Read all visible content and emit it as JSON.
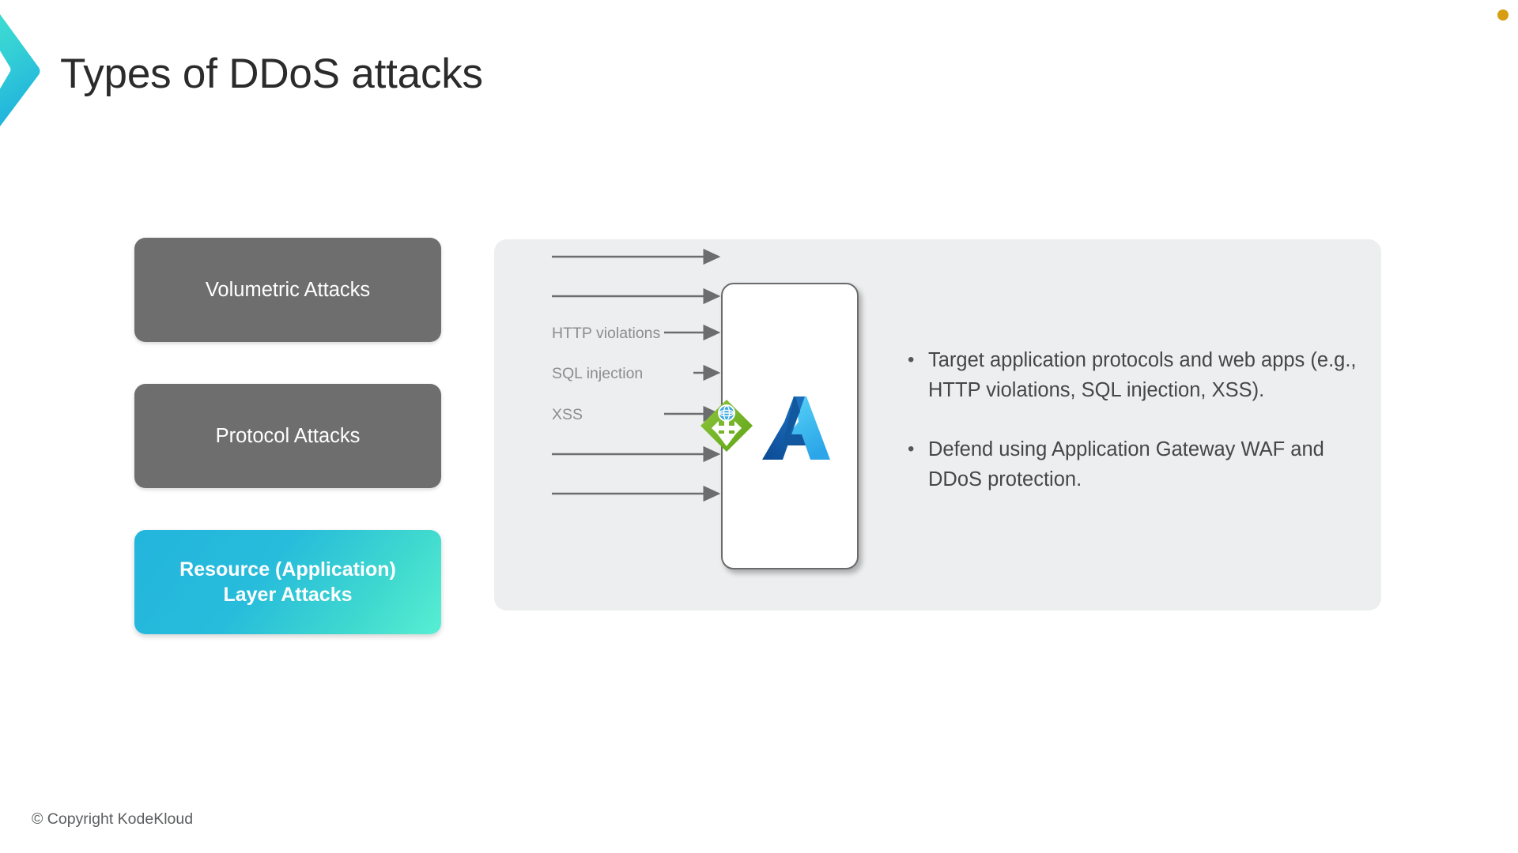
{
  "slide": {
    "title": "Types of DDoS attacks",
    "footer": "© Copyright KodeKloud",
    "brand_mark": "chevron-logo",
    "colors": {
      "title_text": "#2b2b2b",
      "panel_background": "#eceeef",
      "inactive_button": "#6e6e6e",
      "active_gradient_from": "#23b5dd",
      "active_gradient_to": "#57efd2",
      "label_text": "#8b8d8f",
      "body_text": "#444648",
      "gateway_green": "#7fba26",
      "azure_blue": "#0f5fa8",
      "azure_light_blue": "#44c7f4",
      "corner_dot": "#d79e12"
    }
  },
  "categories": [
    {
      "label": "Volumetric Attacks",
      "state": "inactive"
    },
    {
      "label": "Protocol Attacks",
      "state": "inactive"
    },
    {
      "label": "Resource (Application) Layer Attacks",
      "line1": "Resource (Application)",
      "line2": "Layer Attacks",
      "state": "active"
    }
  ],
  "diagram": {
    "flow_labels": [
      "HTTP violations",
      "SQL injection",
      "XSS"
    ],
    "arrow_count": 6,
    "target_icon": "azure-logo-icon",
    "filter_icon": "application-gateway-icon",
    "target_box": "web-application-box"
  },
  "bullets": [
    {
      "marker": "•",
      "text": "Target application protocols and web apps (e.g., HTTP violations, SQL injection, XSS)."
    },
    {
      "marker": "•",
      "text": "Defend using Application Gateway WAF and DDoS protection."
    }
  ]
}
